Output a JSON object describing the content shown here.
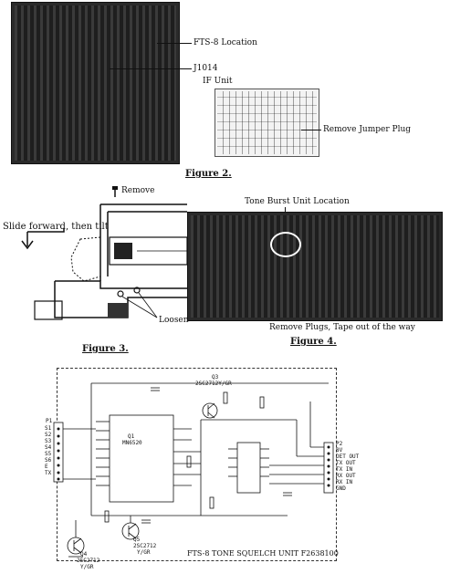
{
  "figure2": {
    "caption": "Figure 2.",
    "labels": {
      "fts8": "FTS-8 Location",
      "j1014": "J1014",
      "if_unit": "IF Unit",
      "jumper": "Remove Jumper Plug"
    }
  },
  "figure3": {
    "caption": "Figure 3.",
    "labels": {
      "remove": "Remove",
      "slide": "Slide forward, then tilt",
      "loosen": "Loosen"
    }
  },
  "figure4": {
    "caption": "Figure 4.",
    "labels": {
      "tone_burst": "Tone Burst Unit Location",
      "plugs": "Remove Plugs, Tape out of the way"
    }
  },
  "schematic": {
    "title": "FTS-8   TONE SQUELCH UNIT  F2638100",
    "q1": {
      "ref": "Q1",
      "part": "MN6520"
    },
    "q3": {
      "ref": "Q3",
      "part": "2SC2712Y/GR"
    },
    "q4": {
      "ref": "Q4",
      "part": "2SC2712",
      "grade": "Y/GR"
    },
    "q5": {
      "ref": "Q5",
      "part": "2SC2712",
      "grade": "Y/GR"
    },
    "p1": {
      "ref": "P1",
      "pins": [
        "S1",
        "S2",
        "S3",
        "S4",
        "S5",
        "S6",
        "E",
        "TX"
      ]
    },
    "p2": {
      "ref": "P2",
      "pins": [
        "8V",
        "DET OUT",
        "TX OUT",
        "TX IN",
        "RX OUT",
        "RX IN",
        "GND"
      ]
    }
  }
}
